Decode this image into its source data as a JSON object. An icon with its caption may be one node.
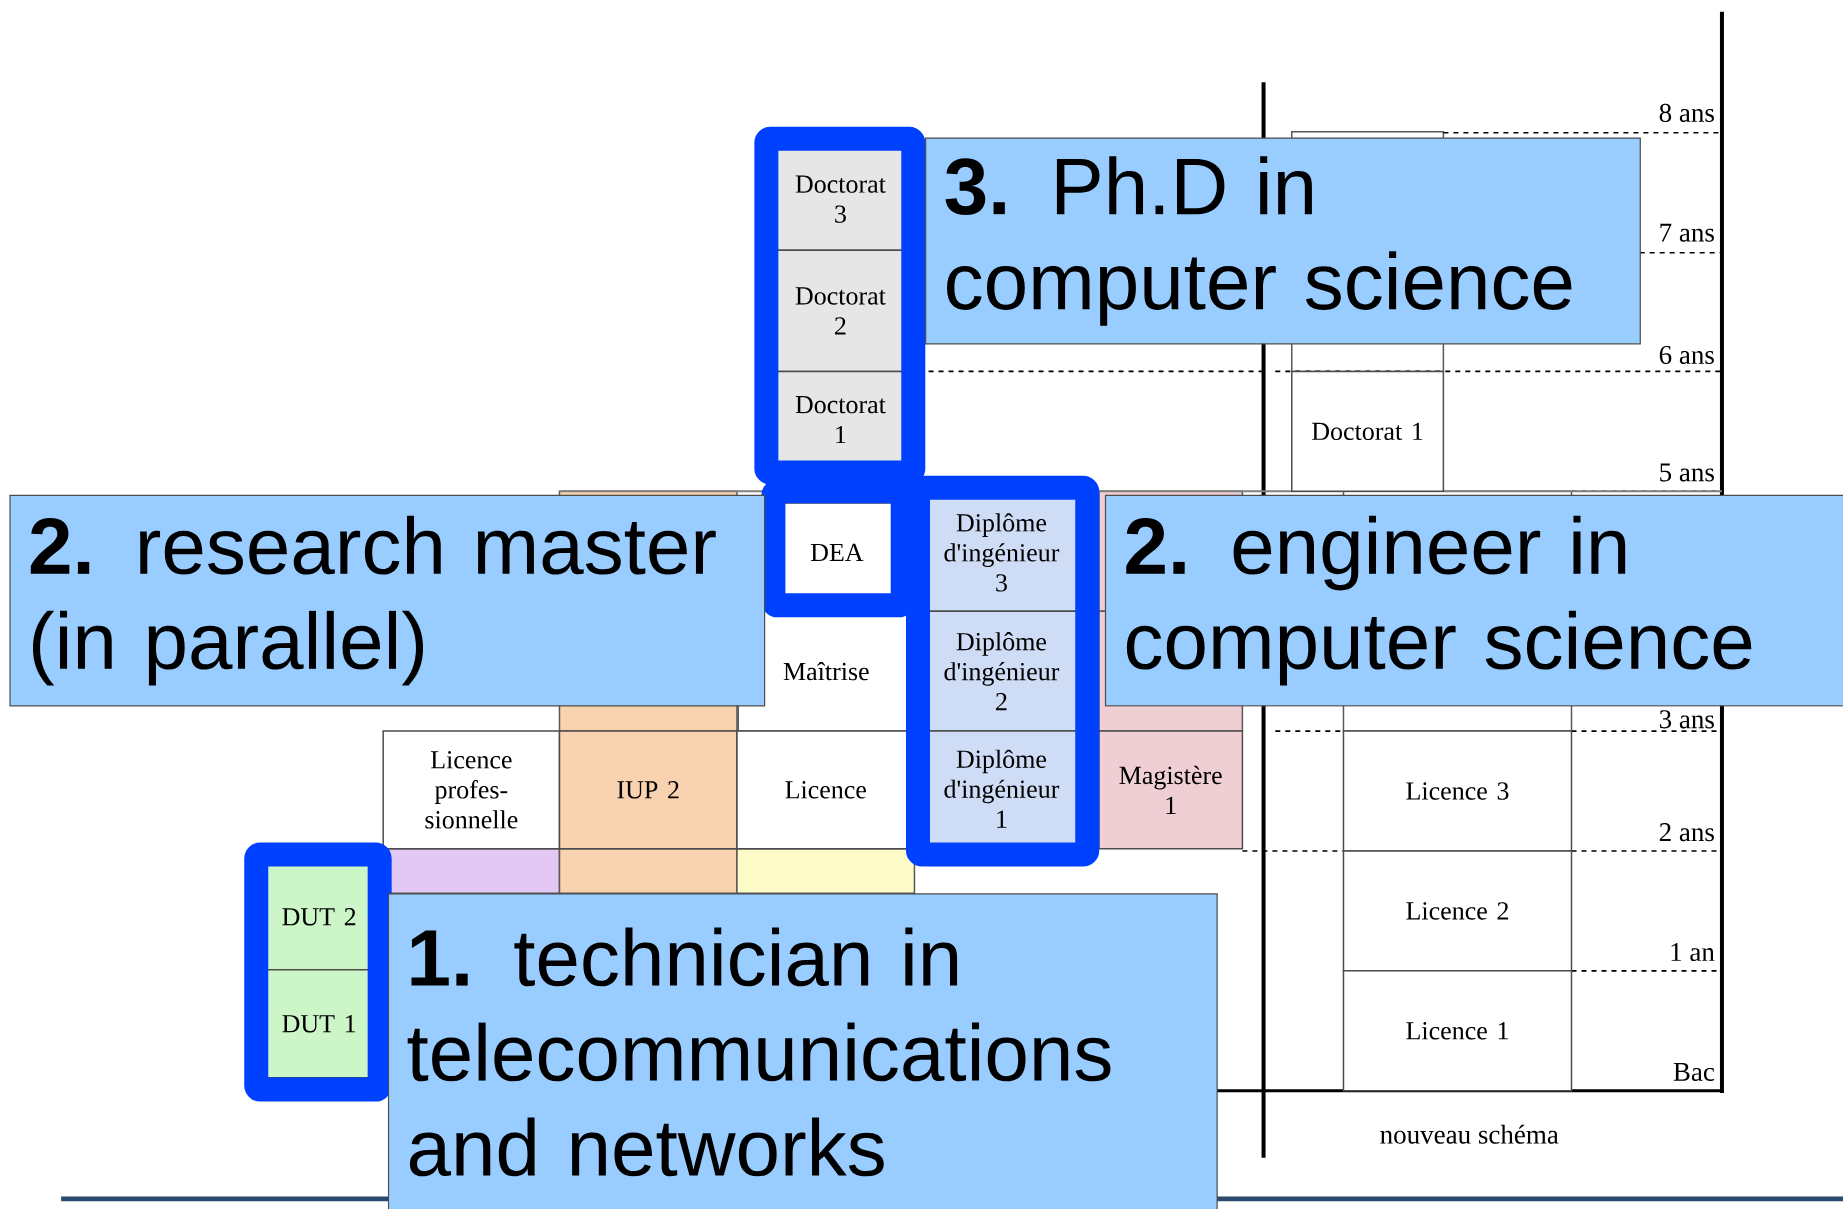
{
  "diagram": {
    "nodes": [
      {
        "text": [
          "**3.** Ph.D in computer science"
        ]
      },
      {
        "text": [
          "Doctorat 3"
        ]
      },
      {
        "text": [
          "Doctorat 2"
        ]
      },
      {
        "text": [
          "Doctorat 1"
        ]
      },
      {
        "text": [
          "Doctorat 1"
        ]
      },
      {
        "text": [
          "**2.** research master (in parallel)"
        ]
      },
      {
        "text": [
          "DEA"
        ]
      },
      {
        "text": [
          "Diplôme d'ingénieur 3"
        ]
      },
      {
        "text": [
          "**2.** engineer in computer science"
        ]
      },
      {
        "text": [
          "Maîtrise"
        ]
      },
      {
        "text": [
          "Diplôme d'ingénieur 2"
        ]
      },
      {
        "text": [
          "Licence profes- sionnelle"
        ]
      },
      {
        "text": [
          "IUP 2"
        ]
      },
      {
        "text": [
          "Licence"
        ]
      },
      {
        "text": [
          "Diplôme d'ingénieur 1"
        ]
      },
      {
        "text": [
          "Magistère 1"
        ]
      },
      {
        "text": [
          "Licence 3"
        ]
      },
      {
        "text": [
          "DUT 2"
        ]
      },
      {
        "text": [
          "**1.** technician in telecommunications and networks"
        ]
      },
      {
        "text": [
          "Licence 2"
        ]
      },
      {
        "text": [
          "DUT 1"
        ]
      },
      {
        "text": [
          "Licence 1"
        ]
      }
    ],
    "labels": [
      "8 ans",
      "7 ans",
      "6 ans",
      "5 ans",
      "3 ans",
      "2 ans",
      "1 an",
      "Bac",
      "nouveau schéma"
    ]
  }
}
